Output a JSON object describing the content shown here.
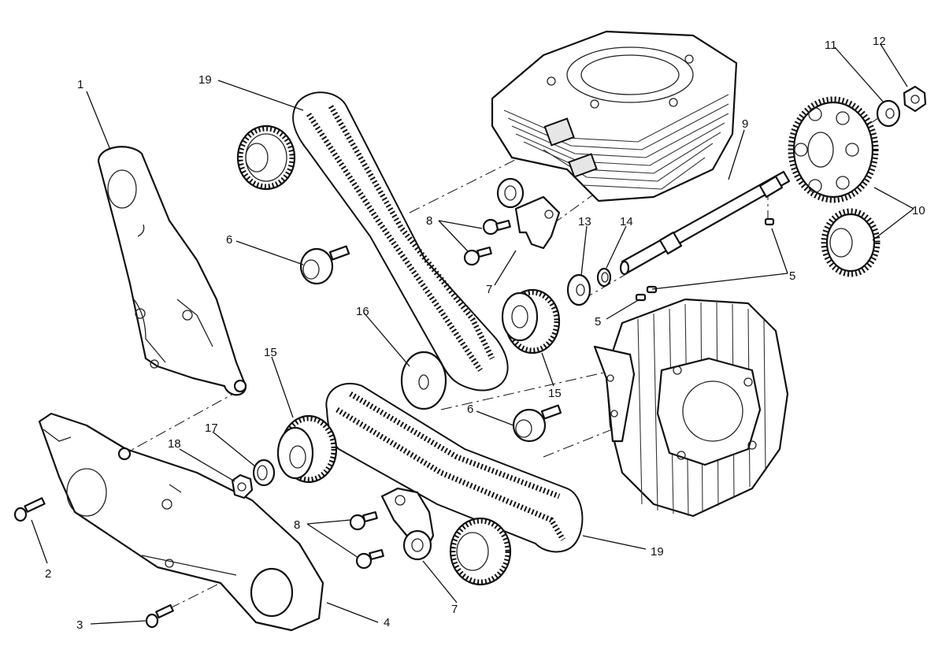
{
  "callouts": [
    {
      "id": "c1",
      "text": "1"
    },
    {
      "id": "c2",
      "text": "2"
    },
    {
      "id": "c3",
      "text": "3"
    },
    {
      "id": "c4",
      "text": "4"
    },
    {
      "id": "c5a",
      "text": "5"
    },
    {
      "id": "c5b",
      "text": "5"
    },
    {
      "id": "c6a",
      "text": "6"
    },
    {
      "id": "c6b",
      "text": "6"
    },
    {
      "id": "c7a",
      "text": "7"
    },
    {
      "id": "c7b",
      "text": "7"
    },
    {
      "id": "c8a",
      "text": "8"
    },
    {
      "id": "c8b",
      "text": "8"
    },
    {
      "id": "c9",
      "text": "9"
    },
    {
      "id": "c10",
      "text": "10"
    },
    {
      "id": "c11",
      "text": "11"
    },
    {
      "id": "c12",
      "text": "12"
    },
    {
      "id": "c13",
      "text": "13"
    },
    {
      "id": "c14",
      "text": "14"
    },
    {
      "id": "c15a",
      "text": "15"
    },
    {
      "id": "c15b",
      "text": "15"
    },
    {
      "id": "c16",
      "text": "16"
    },
    {
      "id": "c17",
      "text": "17"
    },
    {
      "id": "c18",
      "text": "18"
    },
    {
      "id": "c19a",
      "text": "19"
    },
    {
      "id": "c19b",
      "text": "19"
    }
  ]
}
